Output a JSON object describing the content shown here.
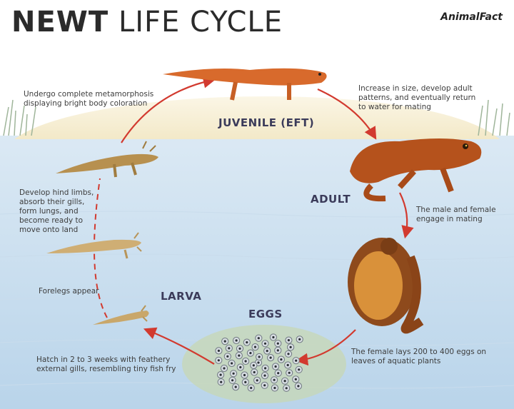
{
  "title": {
    "bold": "NEWT",
    "light": "LIFE CYCLE"
  },
  "brand": "AnimalFact",
  "stages": {
    "juvenile": "JUVENILE (EFT)",
    "adult": "ADULT",
    "larva": "LARVA",
    "eggs": "EGGS"
  },
  "descriptions": {
    "metamorphosis": [
      "Undergo complete metamorphosis",
      "displaying bright body coloration"
    ],
    "juvenile_growth": [
      "Increase in size, develop adult",
      "patterns, and eventually return",
      "to water for mating"
    ],
    "hind_limbs": [
      "Develop hind limbs,",
      "absorb their gills,",
      "form lungs, and",
      "become ready to",
      "move onto land"
    ],
    "mating": [
      "The male and female",
      "engage in mating"
    ],
    "forelegs": [
      "Forelegs appear"
    ],
    "eggs": [
      "The female lays 200 to 400 eggs on",
      "leaves of aquatic plants"
    ],
    "hatch": [
      "Hatch in 2 to 3 weeks with feathery",
      "external gills, resembling tiny fish fry"
    ]
  },
  "colors": {
    "arrow": "#d23a2f",
    "stage_label": "#3b3b5a",
    "water": "#c9dcec"
  }
}
